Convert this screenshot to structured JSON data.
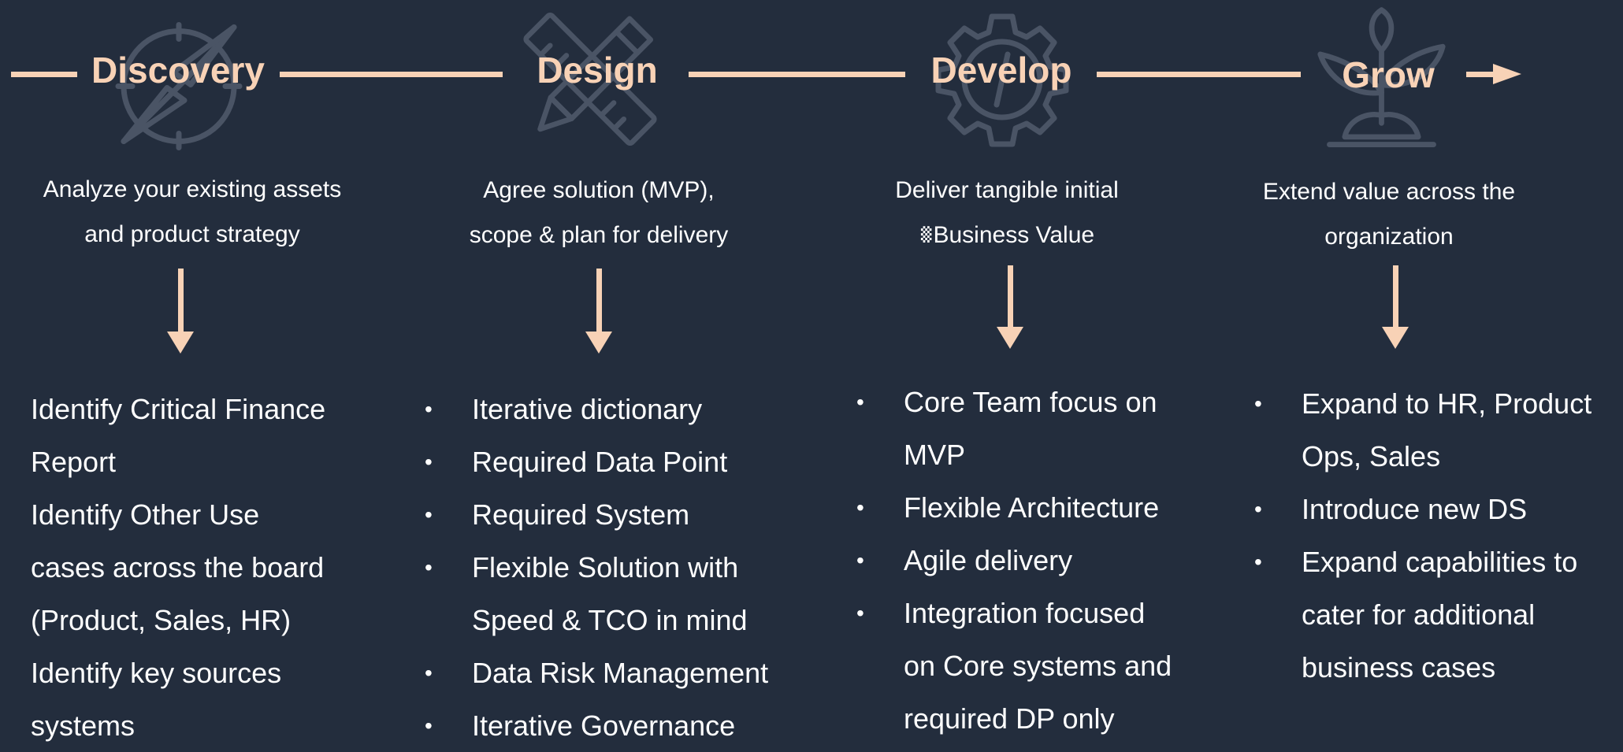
{
  "colors": {
    "background": "#232d3d",
    "accent": "#f8d2b6",
    "text": "#ffffff",
    "icon": "#4a5465"
  },
  "phases": [
    {
      "title": "Discovery",
      "icon": "compass-icon",
      "description": [
        "Analyze your existing assets",
        "and product strategy"
      ],
      "bulleted": false,
      "items": [
        [
          "Identify Critical Finance",
          "Report"
        ],
        [
          "Identify Other Use",
          "cases across the board",
          "(Product, Sales, HR)"
        ],
        [
          "Identify key sources",
          "systems"
        ]
      ]
    },
    {
      "title": "Design",
      "icon": "pencil-ruler-icon",
      "description": [
        "Agree solution (MVP),",
        "scope & plan for delivery"
      ],
      "bulleted": true,
      "items": [
        [
          "Iterative dictionary"
        ],
        [
          "Required Data Point"
        ],
        [
          "Required System"
        ],
        [
          "Flexible Solution with",
          "Speed & TCO in mind"
        ],
        [
          "Data Risk Management"
        ],
        [
          "Iterative Governance"
        ]
      ]
    },
    {
      "title": "Develop",
      "icon": "gear-icon",
      "description": [
        "Deliver tangible initial",
        "␨Business Value"
      ],
      "bulleted": true,
      "items": [
        [
          "Core Team focus on",
          "MVP"
        ],
        [
          "Flexible Architecture"
        ],
        [
          "Agile delivery"
        ],
        [
          "Integration focused",
          "on Core systems and",
          "required DP only"
        ]
      ]
    },
    {
      "title": "Grow",
      "icon": "plant-icon",
      "description": [
        "Extend value across the",
        "organization"
      ],
      "bulleted": true,
      "items": [
        [
          "Expand to HR, Product",
          "Ops, Sales"
        ],
        [
          "Introduce new DS"
        ],
        [
          "Expand capabilities to",
          "cater for additional",
          "business  cases"
        ]
      ]
    }
  ],
  "bullet_glyph": "•"
}
